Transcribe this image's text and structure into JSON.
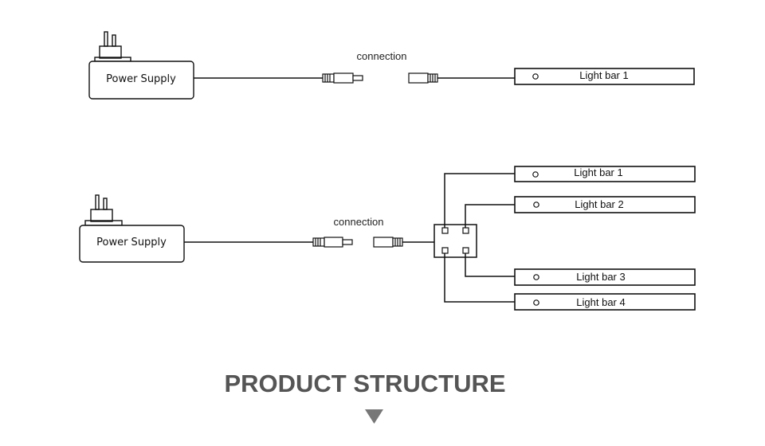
{
  "diagram_top": {
    "power_supply_label": "Power Supply",
    "connection_label": "connection",
    "light_bar_label": "Light bar 1"
  },
  "diagram_bottom": {
    "power_supply_label": "Power Supply",
    "connection_label": "connection",
    "light_bars": [
      "Light bar 1",
      "Light bar 2",
      "Light bar 3",
      "Light bar 4"
    ]
  },
  "footer": {
    "title": "PRODUCT STRUCTURE",
    "arrow_color": "#777777"
  },
  "colors": {
    "line": "#111111",
    "title": "#555555"
  }
}
